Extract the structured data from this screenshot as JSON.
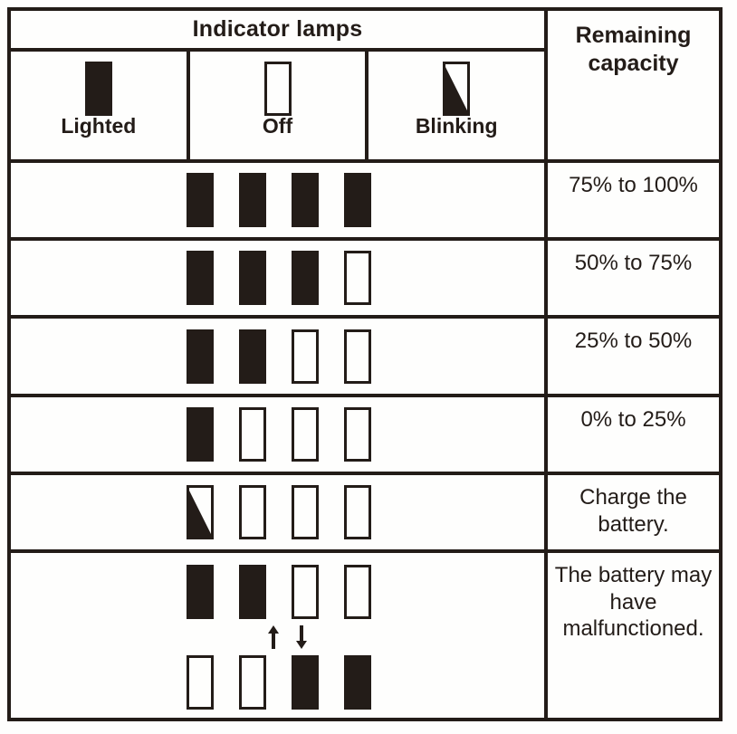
{
  "table": {
    "header": {
      "indicator_lamps_title": "Indicator lamps",
      "remaining_capacity_title": "Remaining capacity",
      "legend": [
        {
          "icon": "lamp-lighted-icon",
          "state": "on",
          "label": "Lighted"
        },
        {
          "icon": "lamp-off-icon",
          "state": "off",
          "label": "Off"
        },
        {
          "icon": "lamp-blinking-icon",
          "state": "blink",
          "label": "Blinking"
        }
      ]
    },
    "rows": [
      {
        "lamps": [
          "on",
          "on",
          "on",
          "on"
        ],
        "capacity": "75% to 100%"
      },
      {
        "lamps": [
          "on",
          "on",
          "on",
          "off"
        ],
        "capacity": "50% to 75%"
      },
      {
        "lamps": [
          "on",
          "on",
          "off",
          "off"
        ],
        "capacity": "25% to 50%"
      },
      {
        "lamps": [
          "on",
          "off",
          "off",
          "off"
        ],
        "capacity": "0% to 25%"
      },
      {
        "lamps": [
          "blink",
          "off",
          "off",
          "off"
        ],
        "capacity": "Charge the battery."
      },
      {
        "lamps": [
          "on",
          "on",
          "off",
          "off"
        ],
        "lamps_alt": [
          "off",
          "off",
          "on",
          "on"
        ],
        "arrows": [
          "arrow-up-icon",
          "arrow-down-icon"
        ],
        "capacity": "The battery may have malfunctioned."
      }
    ]
  },
  "colors": {
    "ink": "#231c18",
    "paper": "#fefefd"
  }
}
